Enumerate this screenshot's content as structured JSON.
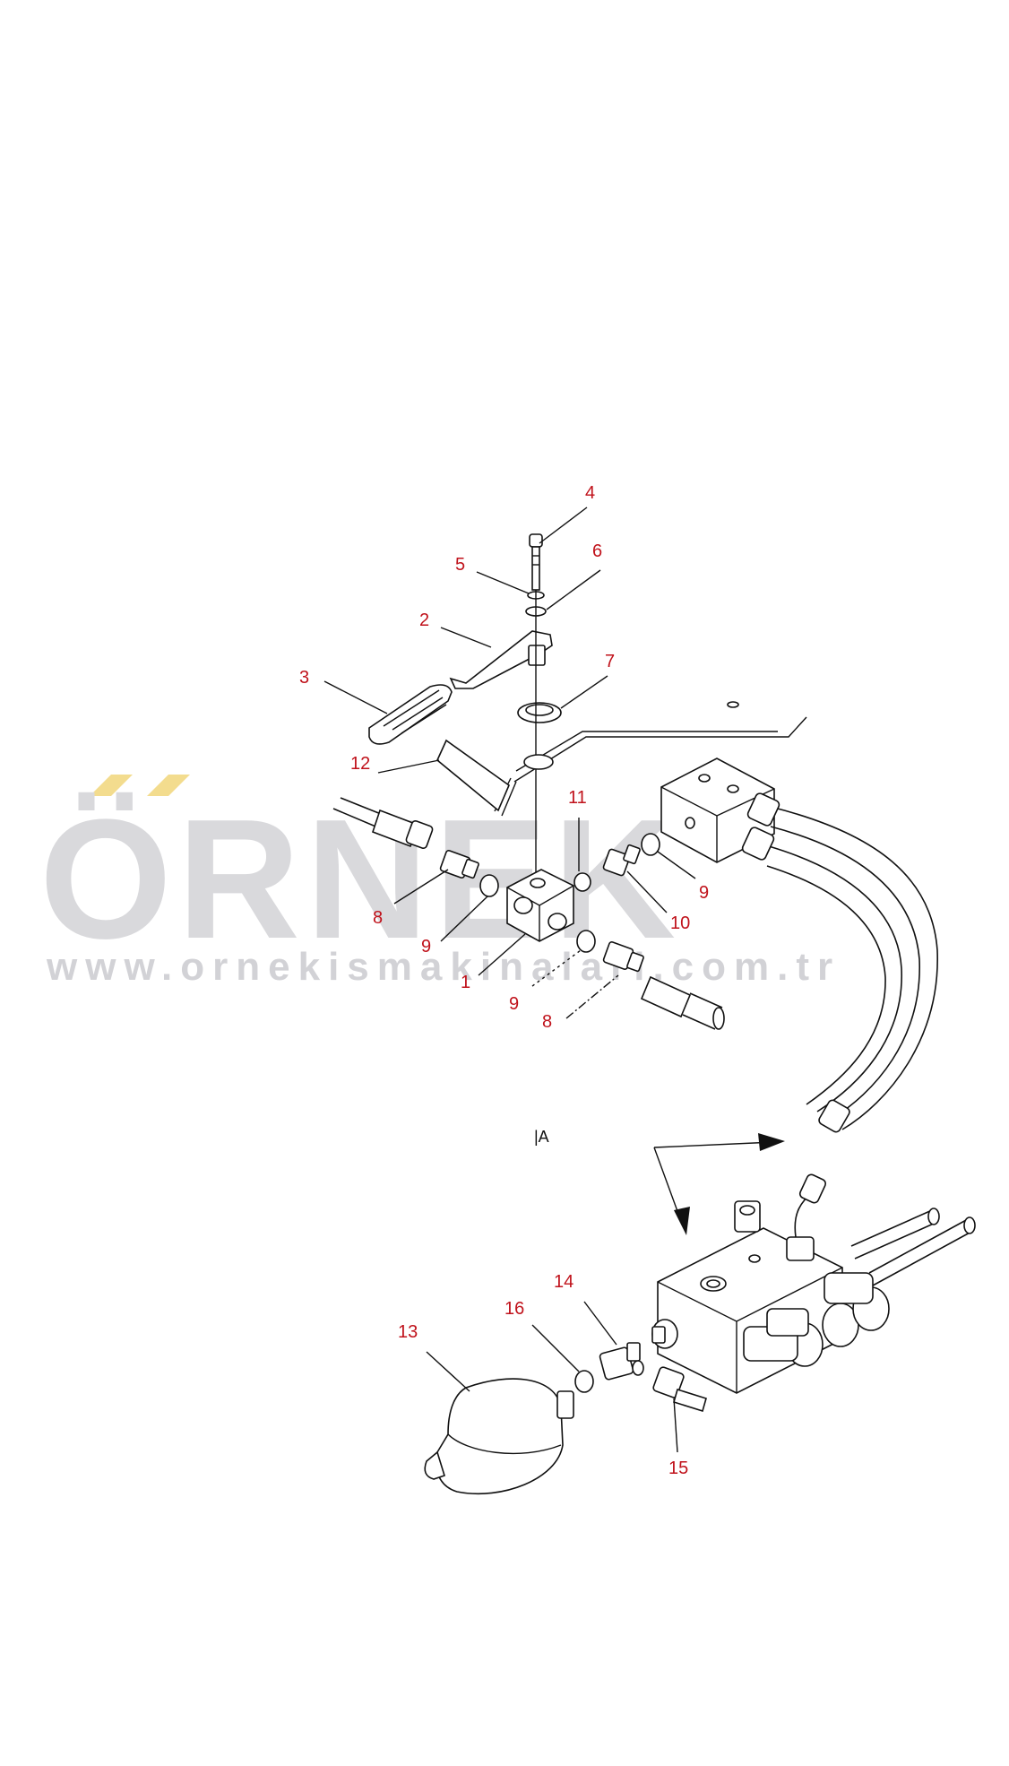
{
  "watermark": {
    "brand": "ÖRNEK",
    "url": "www.ornekismakinalari.com.tr",
    "colors": {
      "gray": "#d9d9dc",
      "accent": "#f3dc8e"
    }
  },
  "view_label": "|A",
  "callouts": [
    "1",
    "2",
    "3",
    "4",
    "5",
    "6",
    "7",
    "8",
    "9",
    "10",
    "11",
    "12",
    "13",
    "14",
    "15",
    "16"
  ],
  "colors": {
    "callout": "#c0121b",
    "line": "#111111"
  }
}
